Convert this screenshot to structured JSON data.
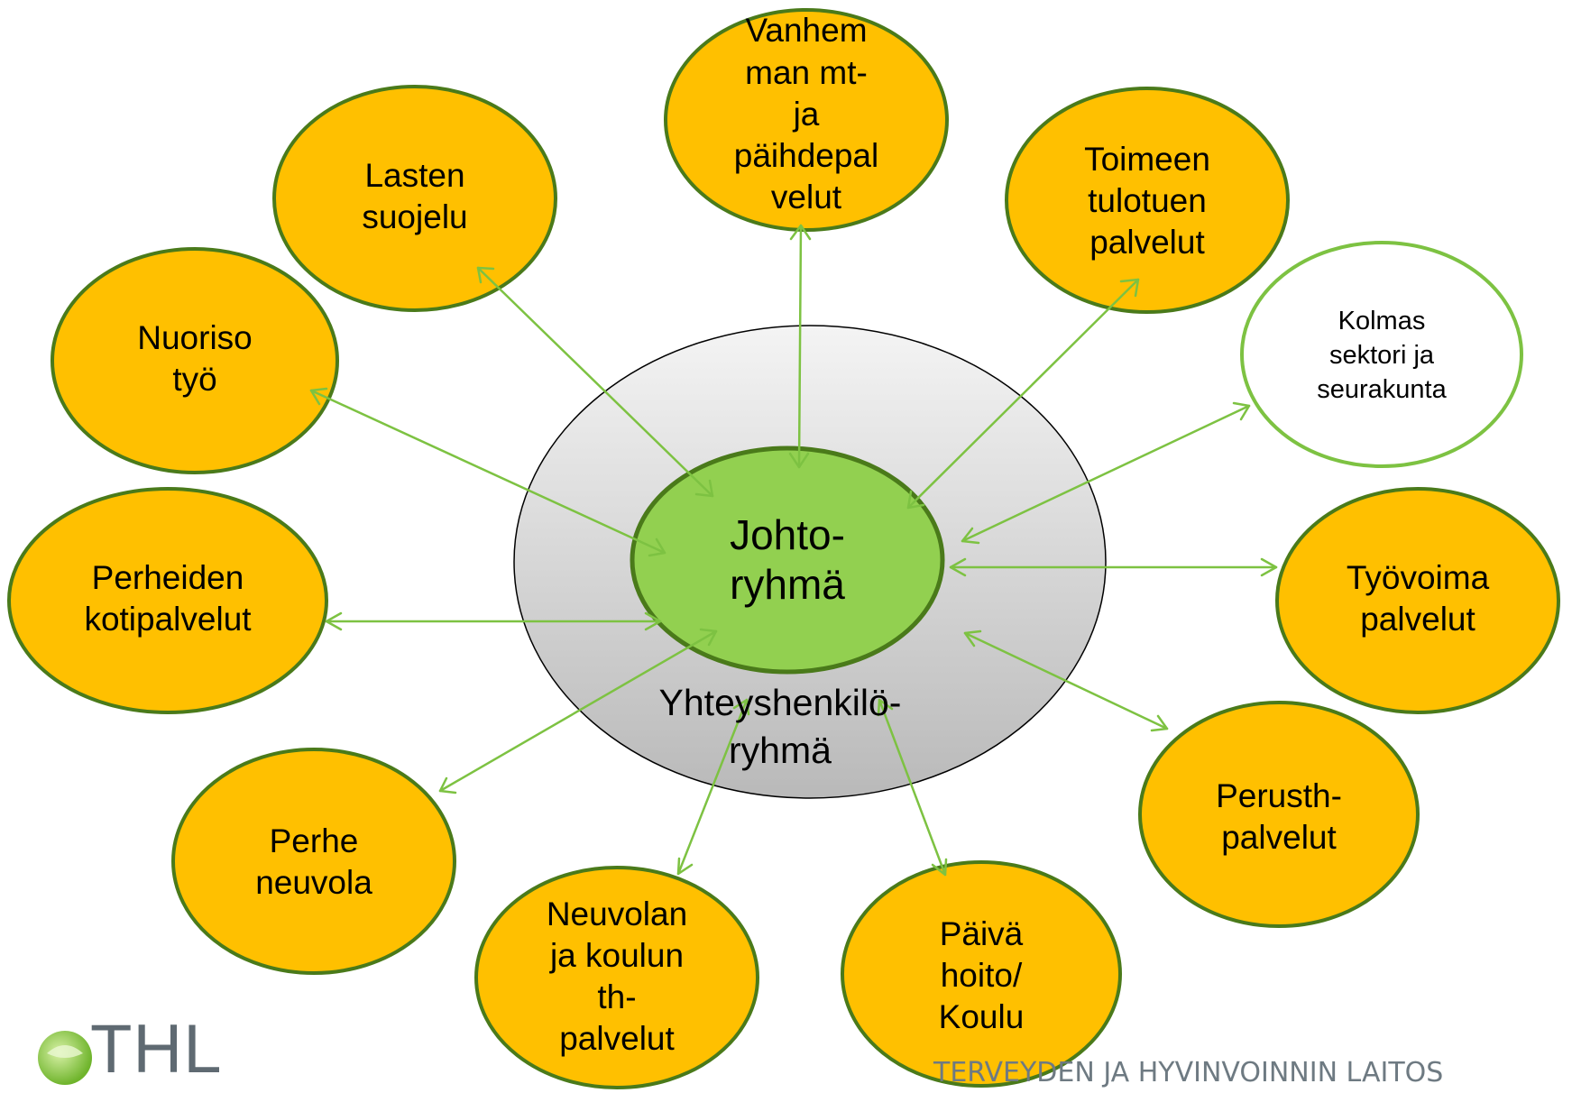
{
  "center": {
    "inner_label": "Johto-\nryhmä",
    "outer_label": "Yhteyshenkilö-\nryhmä"
  },
  "nodes": [
    {
      "id": "vanhemman",
      "label": "Vanhem\nman mt-\nja\npäihdepal\nvelut"
    },
    {
      "id": "lasten",
      "label": "Lasten\nsuojelu"
    },
    {
      "id": "toimeentulo",
      "label": "Toimeen\ntulotuen\npalvelut"
    },
    {
      "id": "kolmas",
      "label": "Kolmas\nsektori ja\nseurakunta"
    },
    {
      "id": "nuoriso",
      "label": "Nuoriso\ntyö"
    },
    {
      "id": "perheiden",
      "label": "Perheiden\nkotipalvelut"
    },
    {
      "id": "tyovoima",
      "label": "Työvoima\npalvelut"
    },
    {
      "id": "perusth",
      "label": "Perusth-\npalvelut"
    },
    {
      "id": "perheneuvola",
      "label": "Perhe\nneuvola"
    },
    {
      "id": "neuvolan",
      "label": "Neuvolan\nja koulun\nth-\npalvelut"
    },
    {
      "id": "paiva",
      "label": "Päivä\nhoito/\nKoulu"
    }
  ],
  "footer": {
    "logo_text": "THL",
    "org_name": "TERVEYDEN JA HYVINVOINNIN LAITOS"
  },
  "colors": {
    "node_fill": "#FFC000",
    "node_stroke": "#4A7A1A",
    "center_fill": "#92D050",
    "white_stroke": "#7DC242",
    "arrow": "#7DC242",
    "outer_fill": "#D0D0D0"
  }
}
